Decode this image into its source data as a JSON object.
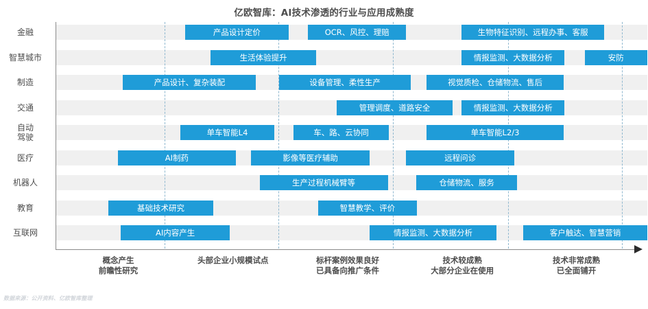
{
  "chart_data": {
    "type": "table",
    "title": "亿欧智库：AI技术渗透的行业与应用成熟度",
    "xlabel": "",
    "ylabel": "",
    "grid": true,
    "legend": "none",
    "source_note": "数据来源：公开资料、亿欧智库整理",
    "accent_color": "#1f9cd8",
    "band_color": "#f0f0f0",
    "gridline_color": "#8fb8cf",
    "axis_color": "#8a8a8a",
    "text_color": "#4d4d4d",
    "x_stages": [
      {
        "index": 1,
        "label": "概念产生\n前瞻性研究",
        "center_pct": 10.5
      },
      {
        "index": 2,
        "label": "头部企业小规模试点",
        "center_pct": 29.9
      },
      {
        "index": 3,
        "label": "标杆案例效果良好\n已具备向推广条件",
        "center_pct": 49.3
      },
      {
        "index": 4,
        "label": "技术较成熟\n大部分企业在使用",
        "center_pct": 68.7
      },
      {
        "index": 5,
        "label": "技术非常成熟\n已全面铺开",
        "center_pct": 88.0
      }
    ],
    "gridlines_pct": [
      18.3,
      37.6,
      57.0,
      76.4,
      95.7
    ],
    "categories": [
      "金融",
      "智慧城市",
      "制造",
      "交通",
      "自动\n驾驶",
      "医疗",
      "机器人",
      "教育",
      "互联网"
    ],
    "rows": [
      {
        "category": "金融",
        "items": [
          {
            "label": "产品设计定价",
            "start_pct": 21.8,
            "end_pct": 39.3
          },
          {
            "label": "OCR、风控、理赔",
            "start_pct": 42.6,
            "end_pct": 59.2
          },
          {
            "label": "生物特征识别、远程办事、客服",
            "start_pct": 68.6,
            "end_pct": 92.7
          }
        ]
      },
      {
        "category": "智慧城市",
        "items": [
          {
            "label": "生活体验提升",
            "start_pct": 26.1,
            "end_pct": 44.0
          },
          {
            "label": "情报监测、大数据分析",
            "start_pct": 68.6,
            "end_pct": 86.0
          },
          {
            "label": "安防",
            "start_pct": 89.4,
            "end_pct": 100.0
          }
        ]
      },
      {
        "category": "制造",
        "items": [
          {
            "label": "产品设计、复杂装配",
            "start_pct": 11.3,
            "end_pct": 33.8
          },
          {
            "label": "设备管理、柔性生产",
            "start_pct": 37.7,
            "end_pct": 60.0
          },
          {
            "label": "视觉质检、仓储物流、售后",
            "start_pct": 62.6,
            "end_pct": 85.9
          }
        ]
      },
      {
        "category": "交通",
        "items": [
          {
            "label": "管理调度、道路安全",
            "start_pct": 47.5,
            "end_pct": 67.0
          },
          {
            "label": "情报监测、大数据分析",
            "start_pct": 68.6,
            "end_pct": 86.0
          }
        ]
      },
      {
        "category": "自动\n驾驶",
        "items": [
          {
            "label": "单车智能L4",
            "start_pct": 21.0,
            "end_pct": 36.9
          },
          {
            "label": "车、路、云协同",
            "start_pct": 40.1,
            "end_pct": 56.3
          },
          {
            "label": "单车智能L2/3",
            "start_pct": 62.6,
            "end_pct": 85.9
          }
        ]
      },
      {
        "category": "医疗",
        "items": [
          {
            "label": "AI制药",
            "start_pct": 10.4,
            "end_pct": 30.4
          },
          {
            "label": "影像等医疗辅助",
            "start_pct": 33.0,
            "end_pct": 53.0
          },
          {
            "label": "远程问诊",
            "start_pct": 59.2,
            "end_pct": 77.5
          }
        ]
      },
      {
        "category": "机器人",
        "items": [
          {
            "label": "生产过程机械臂等",
            "start_pct": 34.4,
            "end_pct": 56.1
          },
          {
            "label": "仓储物流、服务",
            "start_pct": 60.9,
            "end_pct": 78.0
          }
        ]
      },
      {
        "category": "教育",
        "items": [
          {
            "label": "基础技术研究",
            "start_pct": 8.8,
            "end_pct": 26.6
          },
          {
            "label": "智慧教学、评价",
            "start_pct": 44.3,
            "end_pct": 61.0
          }
        ]
      },
      {
        "category": "互联网",
        "items": [
          {
            "label": "AI内容产生",
            "start_pct": 10.9,
            "end_pct": 29.4
          },
          {
            "label": "情报监测、大数据分析",
            "start_pct": 53.0,
            "end_pct": 74.5
          },
          {
            "label": "客户触达、智慧营销",
            "start_pct": 79.0,
            "end_pct": 100.0
          }
        ]
      }
    ]
  }
}
